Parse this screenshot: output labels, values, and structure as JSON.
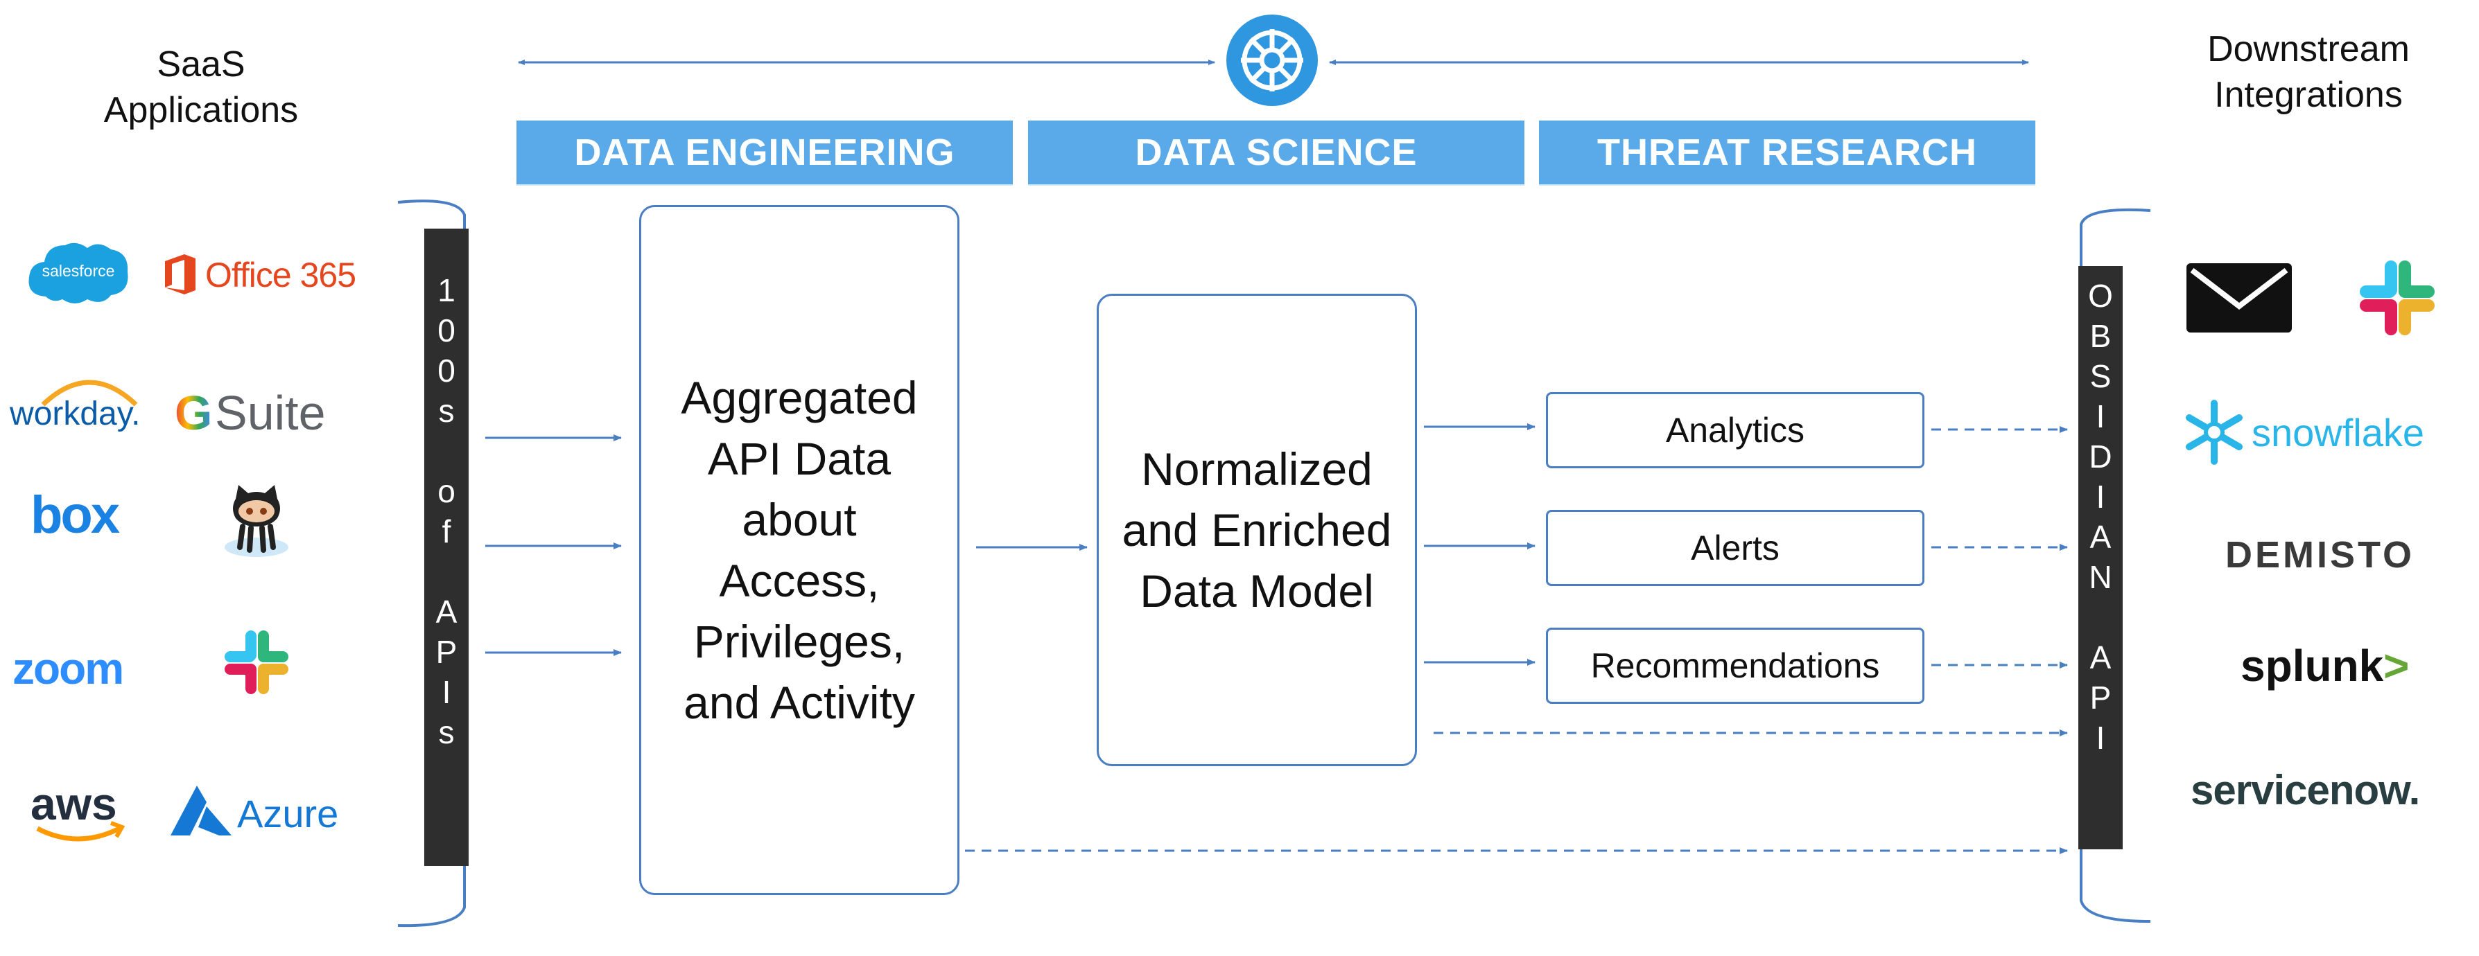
{
  "left_heading": "SaaS\nApplications",
  "right_heading": "Downstream\nIntegrations",
  "banners": [
    "DATA ENGINEERING",
    "DATA SCIENCE",
    "THREAT RESEARCH"
  ],
  "left_bar": [
    "1",
    "0",
    "0",
    "s",
    "",
    "o",
    "f",
    "",
    "A",
    "P",
    "I",
    "s"
  ],
  "right_bar": [
    "O",
    "B",
    "S",
    "I",
    "D",
    "I",
    "A",
    "N",
    "",
    "A",
    "P",
    "I"
  ],
  "aggregated_box": "Aggregated\nAPI Data\nabout\nAccess,\nPrivileges,\nand Activity",
  "normalized_box": "Normalized\nand Enriched\nData Model",
  "outputs": [
    "Analytics",
    "Alerts",
    "Recommendations"
  ],
  "saas_logos": {
    "salesforce": "salesforce",
    "office365": "Office 365",
    "workday": "workday.",
    "gsuite_g": "G",
    "gsuite_suite": "Suite",
    "box": "box",
    "zoom": "zoom",
    "aws": "aws",
    "azure": "Azure"
  },
  "integration_logos": {
    "snowflake": "snowflake",
    "demisto": "DEMISTO",
    "splunk": "splunk",
    "splunk_mark": ">",
    "servicenow": "servicenow."
  },
  "colors": {
    "banner": "#5aaaea",
    "box_border": "#4a7ec3",
    "arrow": "#4a7ec3",
    "dark_bar": "#2e2e2e"
  }
}
